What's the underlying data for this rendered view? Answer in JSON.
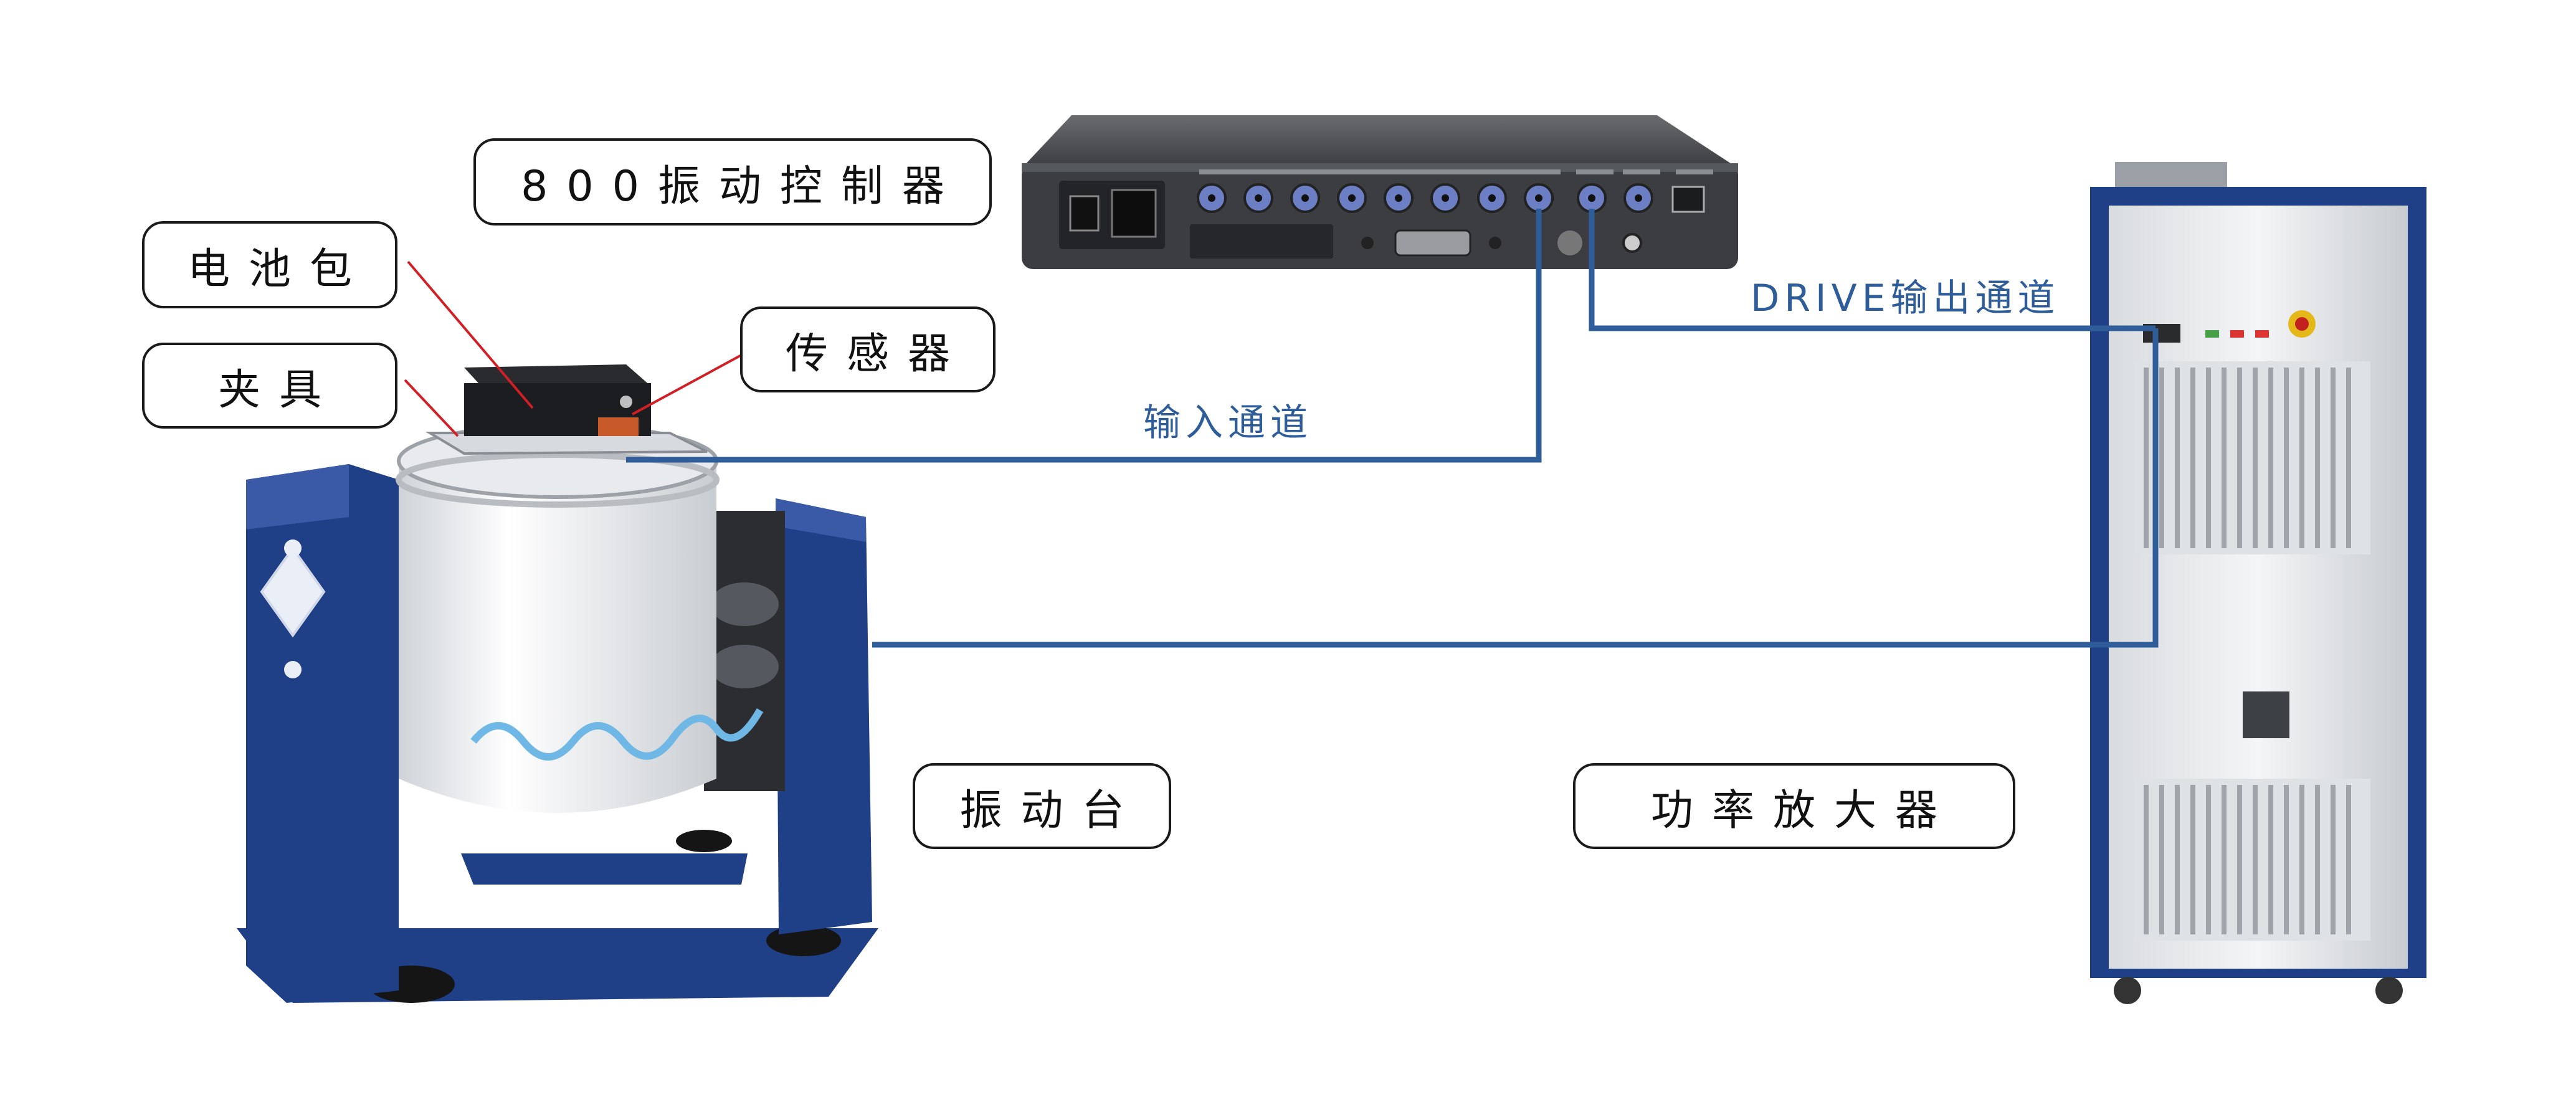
{
  "labels": {
    "controller": "800振动控制器",
    "battery": "电池包",
    "sensor": "传感器",
    "fixture": "夹具",
    "shaker": "振动台",
    "amplifier": "功率放大器"
  },
  "wires": {
    "input_channel": "输入通道",
    "drive_channel": "DRIVE输出通道"
  },
  "colors": {
    "wire": "#2f5d9a",
    "pointer": "#d21f26",
    "shaker_frame": "#1f3f86",
    "amp_frame": "#1f3f86",
    "controller_body": "#3b3d40"
  }
}
